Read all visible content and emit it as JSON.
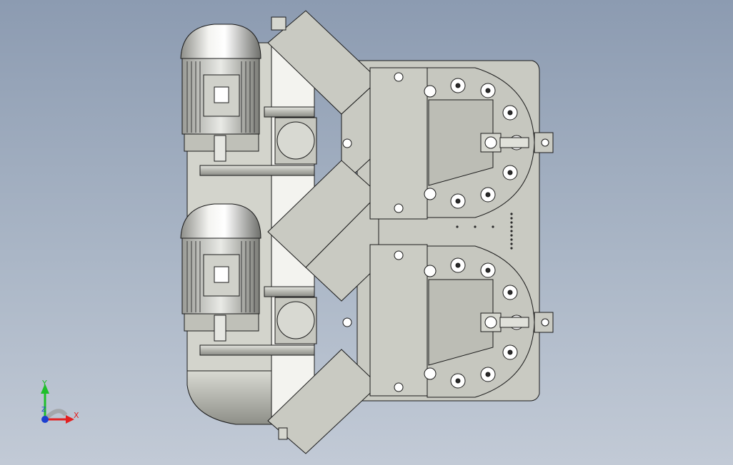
{
  "viewport": {
    "background_top": "#8c9bb1",
    "background_bottom": "#c2cad6"
  },
  "model": {
    "part_color": "#c8c9c1",
    "edge_color": "#1a1a1a",
    "motor_color": "#e2e3df",
    "units": [
      {
        "name": "upper-drive-unit"
      },
      {
        "name": "lower-drive-unit"
      }
    ]
  },
  "triad": {
    "x_label": "X",
    "y_label": "Y",
    "z_label": "Z",
    "x_color": "#e32020",
    "y_color": "#1fbf2a",
    "z_color": "#1d3fd0"
  }
}
